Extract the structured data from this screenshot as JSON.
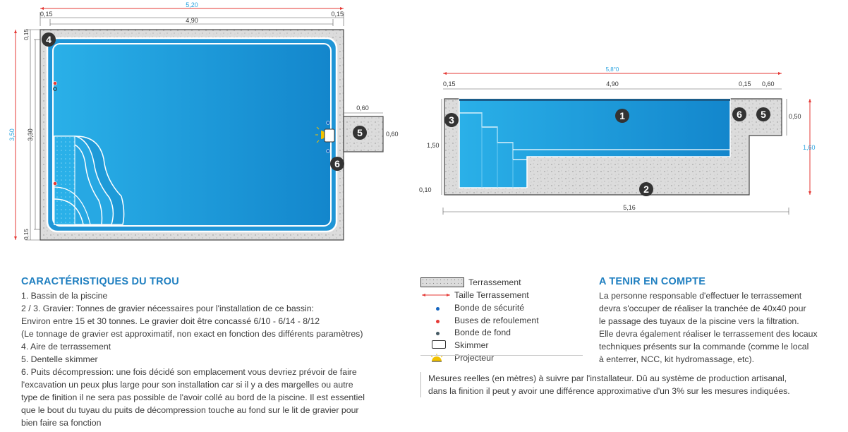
{
  "top_view": {
    "dim_total_width": "5,20",
    "dim_inner_width": "4,90",
    "dim_left_margin": "0,15",
    "dim_right_margin": "0,15",
    "dim_total_height": "3,50",
    "dim_inner_height": "3,30",
    "dim_top_margin": "0,15",
    "dim_bottom_margin": "0,15",
    "dim_box_width": "0,60",
    "dim_box_height": "0,60",
    "marker_4": "4",
    "marker_5": "5",
    "marker_6": "6"
  },
  "side_view": {
    "dim_total_width": "5,8°0",
    "dim_left_margin": "0,15",
    "dim_inner_width": "4,90",
    "dim_right_margin": "0,15",
    "dim_box_width": "0,60",
    "dim_box_height": "0,50",
    "dim_total_height": "1,60",
    "dim_depth": "1,50",
    "dim_bottom": "0,10",
    "dim_bottom_width": "5,16",
    "marker_1": "1",
    "marker_2": "2",
    "marker_3": "3",
    "marker_5": "5",
    "marker_6": "6"
  },
  "characteristics": {
    "title": "CARACTÉRISTIQUES DU TROU",
    "lines": [
      "1. Bassin de la piscine",
      "2 / 3. Gravier: Tonnes de gravier nécessaires pour l'installation de ce bassin:",
      "Environ entre 15 et 30 tonnes. Le gravier doit être concassé 6/10 - 6/14 - 8/12",
      "(Le tonnage de gravier est approximatif, non exact en fonction des différents paramètres)",
      "4. Aire de terrassement",
      "5. Dentelle skimmer",
      "6. Puits décompression: une fois décidé son emplacement vous devriez prévoir de faire",
      "l'excavation un peux plus large pour son installation car si il y a des margelles ou autre",
      "type de finition il ne sera pas possible de l'avoir collé au bord de la piscine. Il est essentiel",
      "que le bout du tuyau du puits de décompression touche au fond sur le lit de gravier pour",
      "bien faire sa fonction"
    ]
  },
  "legend": {
    "items": [
      {
        "label": "Terrassement",
        "icon": "terrassement-swatch"
      },
      {
        "label": "Taille Terrassement",
        "icon": "red-arrow-line",
        "color": "#e53935"
      },
      {
        "label": "Bonde de sécurité",
        "icon": "blue-dot",
        "color": "#1565c0"
      },
      {
        "label": "Buses de refoulement",
        "icon": "red-dot",
        "color": "#e53935"
      },
      {
        "label": "Bonde de fond",
        "icon": "dark-dot",
        "color": "#455a64"
      },
      {
        "label": "Skimmer",
        "icon": "skimmer-rect"
      },
      {
        "label": "Projecteur",
        "icon": "projector-lamp",
        "color": "#f2c200"
      }
    ]
  },
  "note": {
    "lines": [
      "Mesures reelles (en mètres) à suivre par l'installateur. Dû au système de production artisanal,",
      "dans la finition il peut y avoir une différence approximative d'un 3% sur les mesures indiquées."
    ]
  },
  "notice": {
    "title": "A TENIR EN COMPTE",
    "lines": [
      "La personne responsable d'effectuer le terrassement",
      "devra s'occuper de réaliser la tranchée de 40x40 pour",
      "le passage des tuyaux de la piscine vers la filtration.",
      "Elle devra également réaliser le terrassement des locaux",
      "techniques présents sur la commande (comme le local",
      "à enterrer, NCC, kit hydromassage, etc)."
    ]
  },
  "colors": {
    "water_light": "#2ab0e8",
    "water_dark": "#0f7fc4",
    "gravel": "#dcdcdc",
    "dimension_red": "#e53935",
    "dimension_blue": "#29a3e0",
    "title_blue": "#1f7fc0"
  }
}
